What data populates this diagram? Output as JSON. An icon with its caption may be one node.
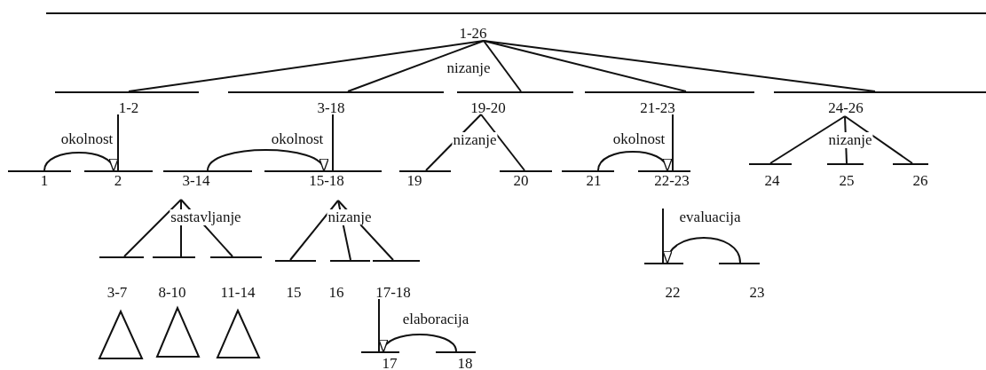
{
  "diagram": {
    "nodes": [
      {
        "text": [
          "1-26"
        ]
      },
      {
        "text": [
          "1-2"
        ]
      },
      {
        "text": [
          "3-18"
        ]
      },
      {
        "text": [
          "19-20"
        ]
      },
      {
        "text": [
          "21-23"
        ]
      },
      {
        "text": [
          "24-26"
        ]
      },
      {
        "text": [
          "1"
        ]
      },
      {
        "text": [
          "2"
        ]
      },
      {
        "text": [
          "3-14"
        ]
      },
      {
        "text": [
          "15-18"
        ]
      },
      {
        "text": [
          "19"
        ]
      },
      {
        "text": [
          "20"
        ]
      },
      {
        "text": [
          "21"
        ]
      },
      {
        "text": [
          "22-23"
        ]
      },
      {
        "text": [
          "24"
        ]
      },
      {
        "text": [
          "25"
        ]
      },
      {
        "text": [
          "26"
        ]
      },
      {
        "text": [
          "3-7"
        ]
      },
      {
        "text": [
          "8-10"
        ]
      },
      {
        "text": [
          "11-14"
        ]
      },
      {
        "text": [
          "15"
        ]
      },
      {
        "text": [
          "16"
        ]
      },
      {
        "text": [
          "17-18"
        ]
      },
      {
        "text": [
          "22"
        ]
      },
      {
        "text": [
          "23"
        ]
      },
      {
        "text": [
          "17"
        ]
      },
      {
        "text": [
          "18"
        ]
      }
    ],
    "edges": [
      {
        "from": 0,
        "to": 1,
        "arrow": "none"
      },
      {
        "from": 0,
        "to": 2,
        "arrow": "none"
      },
      {
        "from": 0,
        "to": 3,
        "arrow": "none",
        "label": "nizanje"
      },
      {
        "from": 0,
        "to": 4,
        "arrow": "none"
      },
      {
        "from": 0,
        "to": 5,
        "arrow": "none"
      },
      {
        "from": 1,
        "to": 7,
        "arrow": "none"
      },
      {
        "from": 6,
        "to": 7,
        "arrow": "to",
        "label": "okolnost"
      },
      {
        "from": 2,
        "to": 9,
        "arrow": "none"
      },
      {
        "from": 8,
        "to": 9,
        "arrow": "to",
        "label": "okolnost"
      },
      {
        "from": 3,
        "to": 10,
        "arrow": "none",
        "label": "nizanje"
      },
      {
        "from": 3,
        "to": 11,
        "arrow": "none"
      },
      {
        "from": 4,
        "to": 13,
        "arrow": "none"
      },
      {
        "from": 12,
        "to": 13,
        "arrow": "to",
        "label": "okolnost"
      },
      {
        "from": 5,
        "to": 14,
        "arrow": "none"
      },
      {
        "from": 5,
        "to": 15,
        "arrow": "none",
        "label": "nizanje"
      },
      {
        "from": 5,
        "to": 16,
        "arrow": "none"
      },
      {
        "from": 8,
        "to": 17,
        "arrow": "none"
      },
      {
        "from": 8,
        "to": 18,
        "arrow": "none",
        "label": "sastavljanje"
      },
      {
        "from": 8,
        "to": 19,
        "arrow": "none"
      },
      {
        "from": 9,
        "to": 20,
        "arrow": "none"
      },
      {
        "from": 9,
        "to": 21,
        "arrow": "none",
        "label": "nizanje"
      },
      {
        "from": 9,
        "to": 22,
        "arrow": "none"
      },
      {
        "from": 13,
        "to": 23,
        "arrow": "none"
      },
      {
        "from": 24,
        "to": 23,
        "arrow": "to",
        "label": "evaluacija"
      },
      {
        "from": 22,
        "to": 25,
        "arrow": "none"
      },
      {
        "from": 26,
        "to": 25,
        "arrow": "to",
        "label": "elaboracija"
      }
    ]
  }
}
